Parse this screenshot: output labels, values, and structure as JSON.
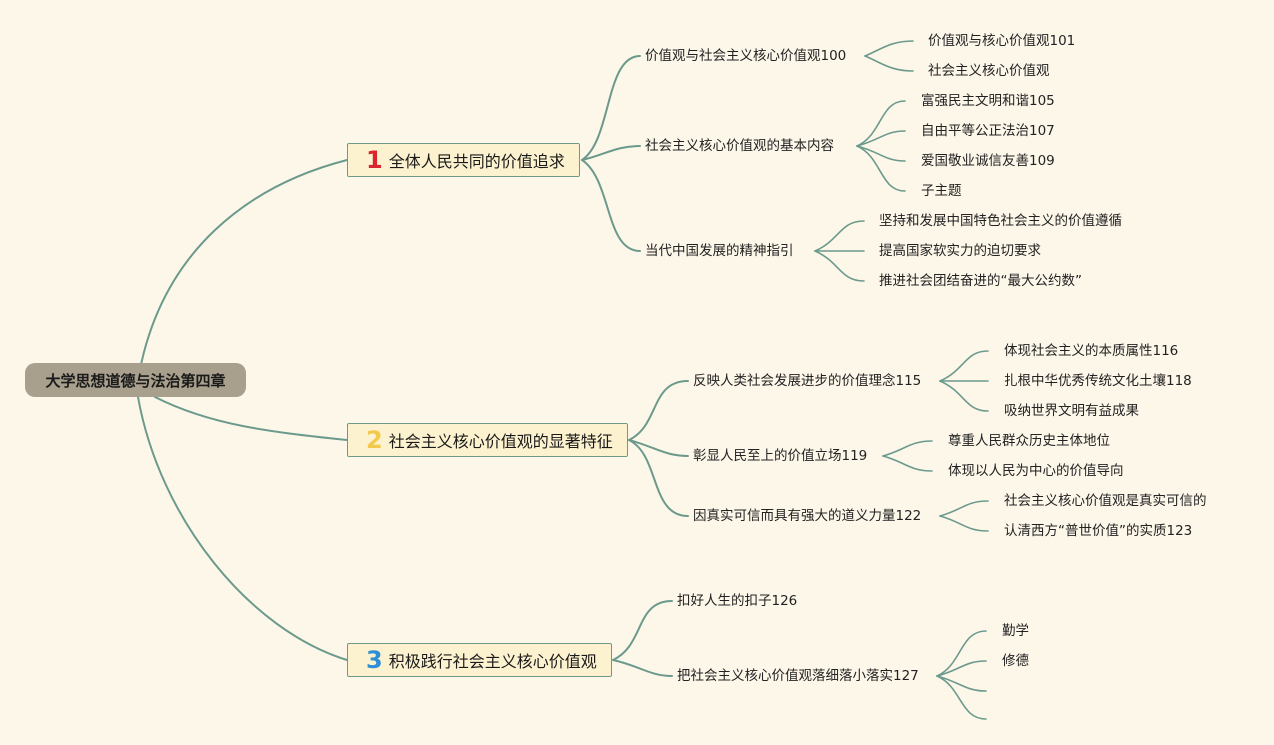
{
  "root": "大学思想道德与法治第四章",
  "topics": [
    {
      "number": "1",
      "number_color": "#d8252e",
      "label": "全体人民共同的价值追求",
      "children": [
        {
          "label": "价值观与社会主义核心价值观100",
          "children": [
            "价值观与核心价值观101",
            "社会主义核心价值观"
          ]
        },
        {
          "label": "社会主义核心价值观的基本内容",
          "children": [
            "富强民主文明和谐105",
            "自由平等公正法治107",
            "爱国敬业诚信友善109",
            "子主题"
          ]
        },
        {
          "label": "当代中国发展的精神指引",
          "children": [
            "坚持和发展中国特色社会主义的价值遵循",
            "提高国家软实力的迫切要求",
            "推进社会团结奋进的“最大公约数”"
          ]
        }
      ]
    },
    {
      "number": "2",
      "number_color": "#f2c94c",
      "label": "社会主义核心价值观的显著特征",
      "children": [
        {
          "label": "反映人类社会发展进步的价值理念115",
          "children": [
            "体现社会主义的本质属性116",
            "扎根中华优秀传统文化土壤118",
            "吸纳世界文明有益成果"
          ]
        },
        {
          "label": "彰显人民至上的价值立场119",
          "children": [
            "尊重人民群众历史主体地位",
            "体现以人民为中心的价值导向"
          ]
        },
        {
          "label": "因真实可信而具有强大的道义力量122",
          "children": [
            "社会主义核心价值观是真实可信的",
            "认清西方“普世价值”的实质123"
          ]
        }
      ]
    },
    {
      "number": "3",
      "number_color": "#2e8fd6",
      "label": "积极践行社会主义核心价值观",
      "children": [
        {
          "label": "扣好人生的扣子126",
          "children": []
        },
        {
          "label": "把社会主义核心价值观落细落小落实127",
          "children": [
            "勤学",
            "修德",
            "",
            ""
          ]
        }
      ]
    }
  ]
}
